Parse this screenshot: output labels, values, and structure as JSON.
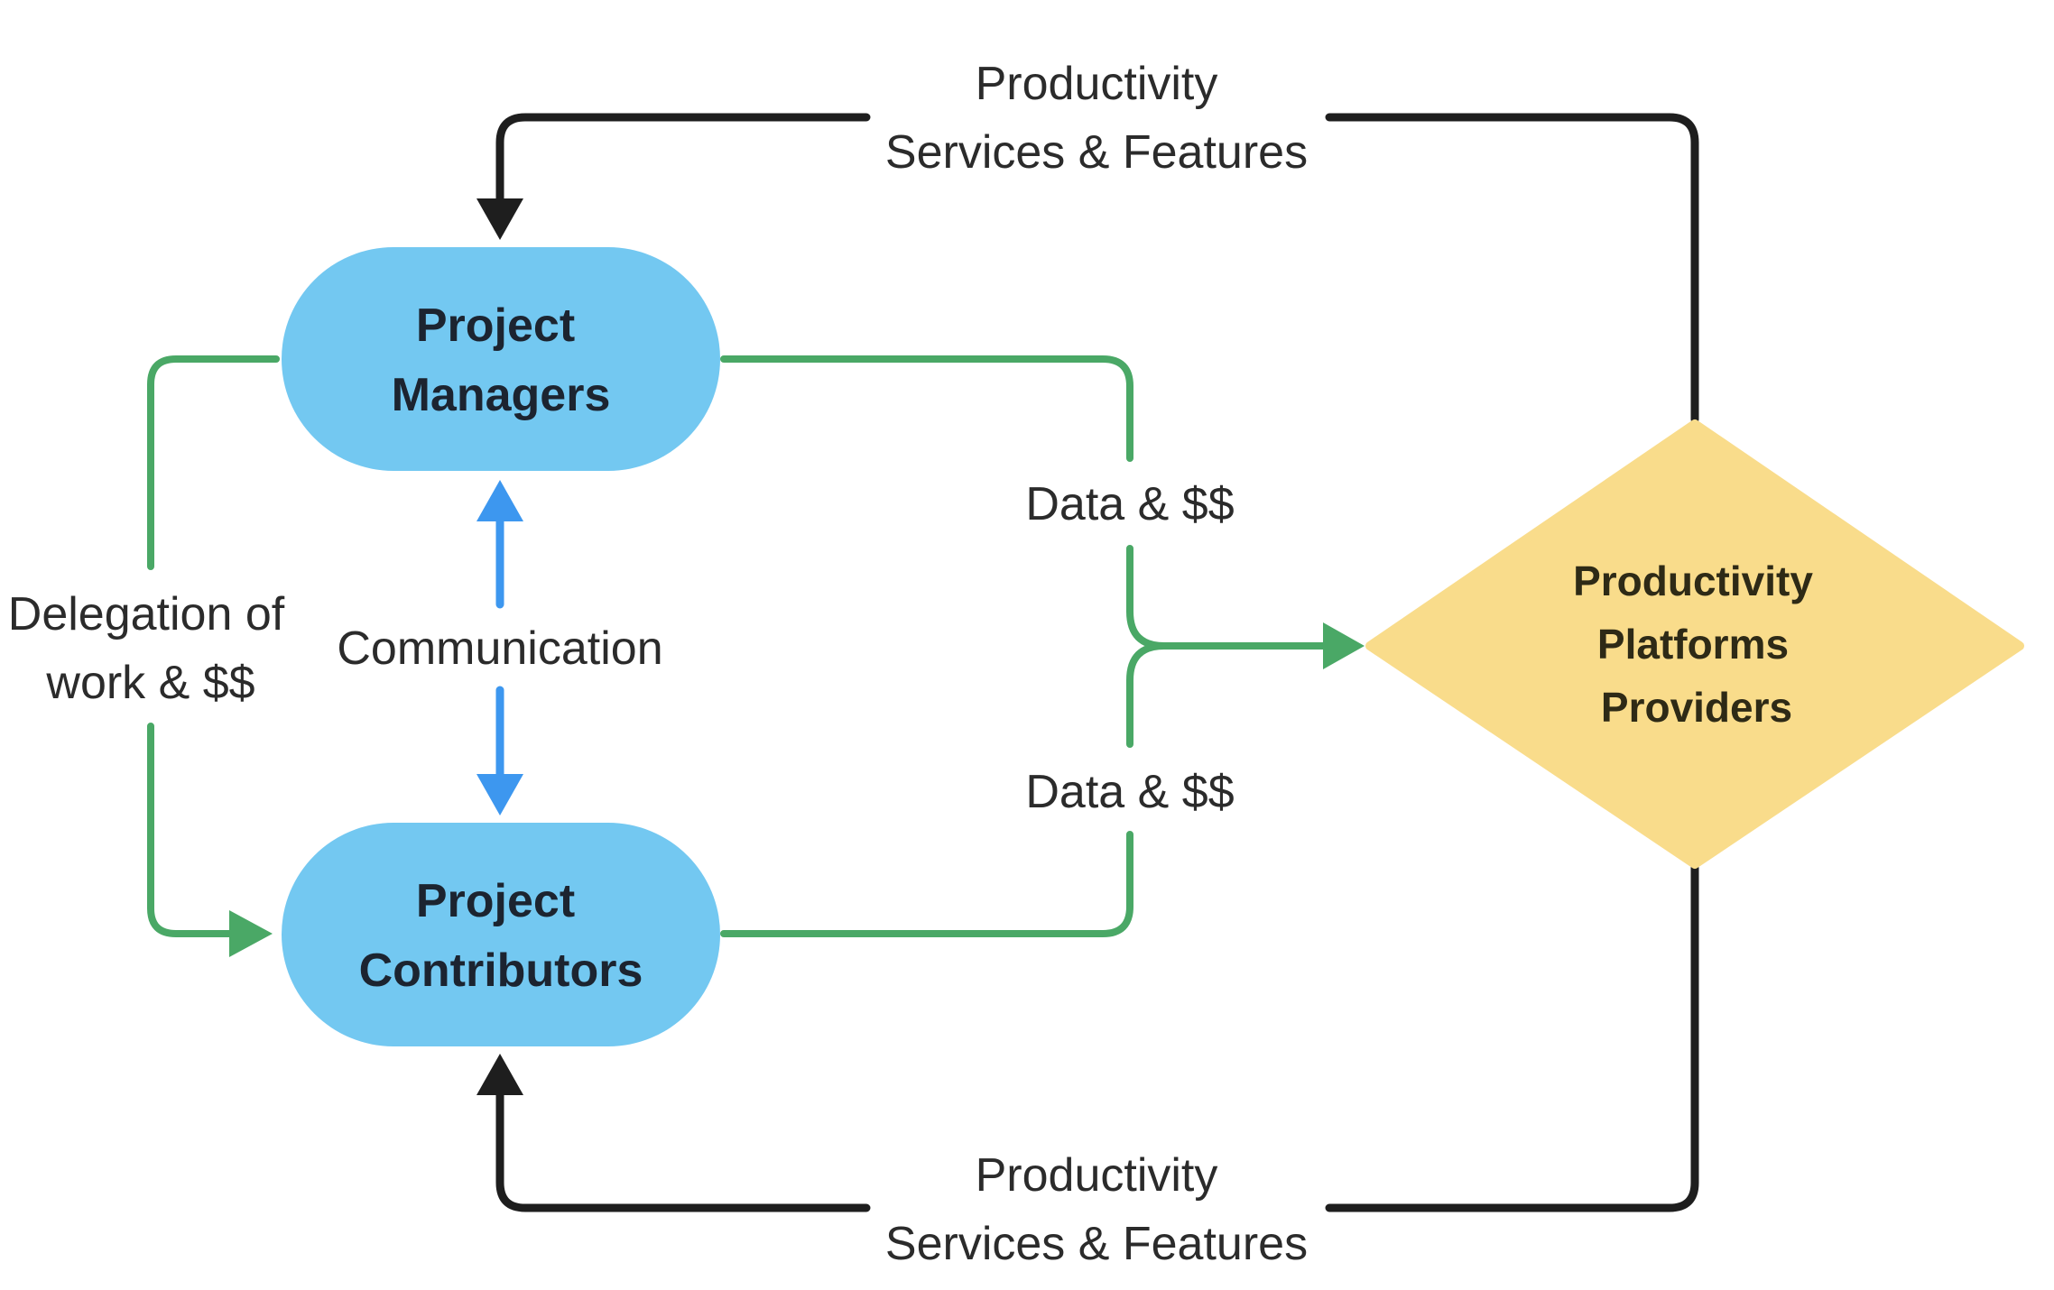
{
  "colors": {
    "node_fill": "#73c8f1",
    "diamond_fill": "#f9dc8b",
    "green_flow": "#4aa866",
    "blue_flow": "#3d97ef",
    "black_flow": "#1e1e1e",
    "label_text": "#2b2b2b"
  },
  "nodes": {
    "managers": {
      "line1": "Project",
      "line2": "Managers"
    },
    "contributors": {
      "line1": "Project",
      "line2": "Contributors"
    },
    "providers": {
      "line1": "Productivity",
      "line2": "Platforms",
      "line3": "Providers"
    }
  },
  "edges": {
    "top_feedback": {
      "line1": "Productivity",
      "line2": "Services & Features"
    },
    "bottom_feedback": {
      "line1": "Productivity",
      "line2": "Services & Features"
    },
    "delegation": {
      "line1": "Delegation of",
      "line2": "work & $$"
    },
    "communication": {
      "label": "Communication"
    },
    "data_managers": {
      "label": "Data & $$"
    },
    "data_contributors": {
      "label": "Data & $$"
    }
  }
}
